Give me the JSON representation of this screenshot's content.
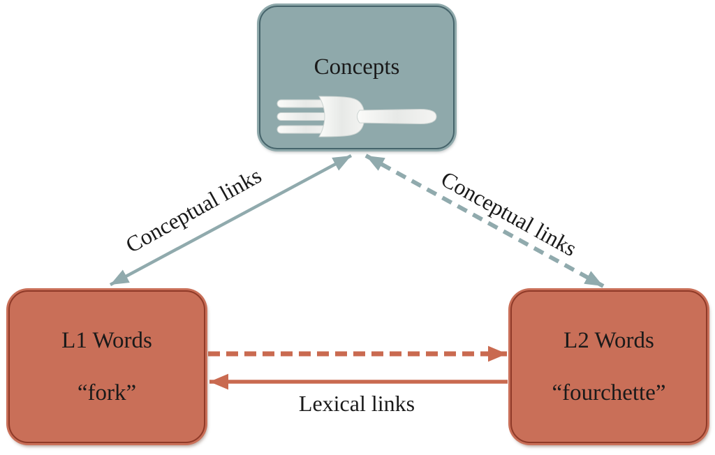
{
  "diagram": {
    "concepts_box": {
      "label": "Concepts",
      "icon": "fork-icon"
    },
    "l1_box": {
      "title": "L1 Words",
      "example": "“fork”"
    },
    "l2_box": {
      "title": "L2 Words",
      "example": "“fourchette”"
    },
    "links": {
      "conceptual_left_label": "Conceptual links",
      "conceptual_right_label": "Conceptual links",
      "lexical_label": "Lexical links"
    },
    "colors": {
      "concept_box_fill": "#8FA9AB",
      "concept_box_border": "#46646B",
      "word_box_fill": "#C96F58",
      "word_box_border": "#8F3A28",
      "teal_arrow": "#90AAAD",
      "salmon_arrow": "#C96A50",
      "label_text": "#1A1A1A",
      "background": "#FFFFFF"
    }
  }
}
